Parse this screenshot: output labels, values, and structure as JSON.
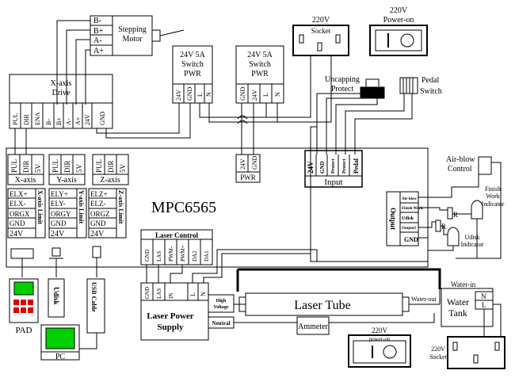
{
  "stepper": {
    "title_1": "Stepping",
    "title_2": "Motor",
    "pins": [
      "B-",
      "B+",
      "A-",
      "A+"
    ]
  },
  "xdrive": {
    "title_1": "X-axis",
    "title_2": "Drive",
    "pins": [
      "PUL",
      "DIR",
      "ENA",
      "B-",
      "B+",
      "A-",
      "A+",
      "24V",
      "GND"
    ]
  },
  "psu1": {
    "line_1": "24V 5A",
    "line_2": "Switch",
    "line_3": "PWR",
    "pins": [
      "24V",
      "GND",
      "L",
      "N"
    ]
  },
  "psu2": {
    "line_1": "24V 5A",
    "line_2": "Switch",
    "line_3": "PWR",
    "pins": [
      "GND",
      "24V",
      "L",
      "N"
    ]
  },
  "socket_top": {
    "label_1": "220V",
    "label_2": "Socket"
  },
  "poweron_top": {
    "label_1": "220V",
    "label_2": "Power-on"
  },
  "uncapping": {
    "label_1": "Uncapping",
    "label_2": "Protect"
  },
  "pedal": {
    "label_1": "Pedal",
    "label_2": "Switch"
  },
  "controller": {
    "name": "MPC6565",
    "x_axis": {
      "pins": [
        "PUL",
        "DIR",
        "5V"
      ],
      "label": "X-axis"
    },
    "y_axis": {
      "pins": [
        "PUL",
        "DIR",
        "5V"
      ],
      "label": "Y-axis"
    },
    "z_axis": {
      "pins": [
        "PUL",
        "DIR",
        "5V"
      ],
      "label": "Z-axis"
    },
    "x_limit": {
      "pins": [
        "ELX+",
        "ELX-",
        "ORGX",
        "GND",
        "24V"
      ],
      "label": "X-axis Limit"
    },
    "y_limit": {
      "pins": [
        "ELY+",
        "ELY-",
        "ORGY",
        "GND",
        "24V"
      ],
      "label": "Y-axis Limit"
    },
    "z_limit": {
      "pins": [
        "ELZ+",
        "ELZ-",
        "ORGZ",
        "GND",
        "24V"
      ],
      "label": "Z-axis Limit"
    },
    "pwr": {
      "label": "PWR",
      "pins": [
        "24V",
        "GND"
      ]
    },
    "input": {
      "label": "Input",
      "pins": [
        "24V",
        "GND",
        "Protect",
        "Protect",
        "Pedal"
      ]
    },
    "laser_control": {
      "label": "Laser Control",
      "pins": [
        "GND",
        "LAS",
        "PWM-",
        "PWM+",
        "DA2",
        "DA1"
      ]
    },
    "output": {
      "label": "Output",
      "pins": [
        "Air-blow",
        "Finish Work",
        "Udisk",
        "Output3",
        "GND"
      ]
    }
  },
  "air_blow": {
    "label_1": "Air-blow",
    "label_2": "Control"
  },
  "finish_indicator": {
    "label_1": "Finish",
    "label_2": "Work",
    "label_3": "Indicator"
  },
  "udisk_indicator": {
    "label_1": "Udisk",
    "label_2": "Indicator"
  },
  "resistor": "R",
  "pad": {
    "label": "PAD"
  },
  "udisk": {
    "label": "Udisk"
  },
  "usb": {
    "label": "USB Cable"
  },
  "pc": {
    "label": "PC"
  },
  "lps": {
    "title_1": "Laser Power",
    "title_2": "Supply",
    "pins": [
      "GND",
      "LAS",
      "IN",
      "L",
      "N"
    ],
    "high_1": "High",
    "high_2": "Voltage",
    "neutral": "Neutral"
  },
  "laser_tube": {
    "label": "Laser Tube",
    "water_out": "Water-out"
  },
  "ammeter": {
    "label": "Ammeter"
  },
  "water_tank": {
    "label_1": "Water",
    "label_2": "Tank",
    "water_in": "Water-in",
    "pins": [
      "N",
      "L"
    ]
  },
  "poweron_bottom": {
    "label_1": "220V",
    "label_2": "power-on"
  },
  "socket_bottom": {
    "label_1": "220V",
    "label_2": "Socket"
  }
}
